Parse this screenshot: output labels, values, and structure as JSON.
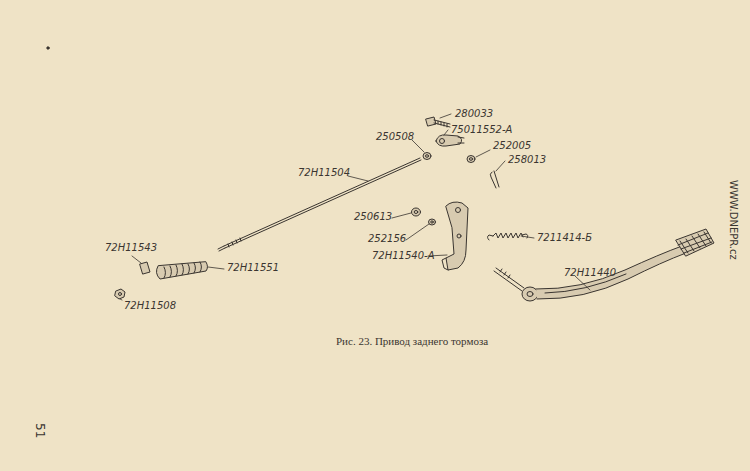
{
  "diagram": {
    "caption": "Рис. 23. Привод заднего тормоза",
    "labels": [
      "280033",
      "75011552-А",
      "250508",
      "252005",
      "258013",
      "72Н11504",
      "250613",
      "252156",
      "7211414-Б",
      "72Н11540-А",
      "72Н11543",
      "72Н11551",
      "72Н11440",
      "72Н11508",
      "WWW.DNEPR.cz",
      "51"
    ]
  }
}
